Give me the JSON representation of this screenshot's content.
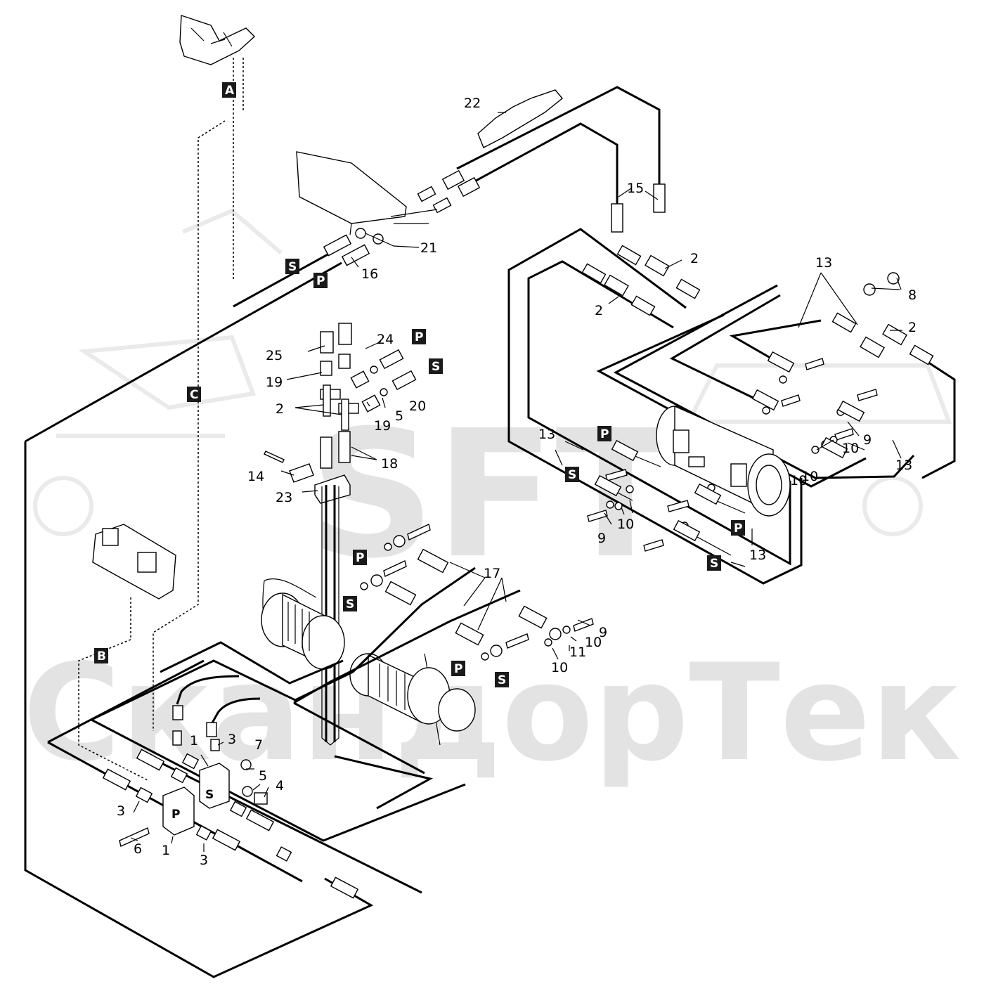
{
  "watermark": {
    "logo": "SFT",
    "brand": "СкандорТек"
  },
  "port_tags": [
    {
      "id": "A",
      "label": "A"
    },
    {
      "id": "B",
      "label": "B"
    },
    {
      "id": "C",
      "label": "C"
    },
    {
      "id": "S1",
      "label": "S"
    },
    {
      "id": "P1",
      "label": "P"
    },
    {
      "id": "P2",
      "label": "P"
    },
    {
      "id": "S2",
      "label": "S"
    },
    {
      "id": "P3",
      "label": "P"
    },
    {
      "id": "S3",
      "label": "S"
    },
    {
      "id": "P4",
      "label": "P"
    },
    {
      "id": "S4",
      "label": "S"
    },
    {
      "id": "P5",
      "label": "P"
    },
    {
      "id": "S5",
      "label": "S"
    },
    {
      "id": "P6",
      "label": "P"
    },
    {
      "id": "S6",
      "label": "S"
    }
  ],
  "block_labels": [
    {
      "id": "valve-p",
      "label": "P"
    },
    {
      "id": "valve-s",
      "label": "S"
    }
  ],
  "callouts": [
    {
      "id": "c22",
      "label": "22"
    },
    {
      "id": "c15",
      "label": "15"
    },
    {
      "id": "c21",
      "label": "21"
    },
    {
      "id": "c16",
      "label": "16"
    },
    {
      "id": "c2a",
      "label": "2"
    },
    {
      "id": "c2b",
      "label": "2"
    },
    {
      "id": "c13a",
      "label": "13"
    },
    {
      "id": "c8",
      "label": "8"
    },
    {
      "id": "c2c",
      "label": "2"
    },
    {
      "id": "c25",
      "label": "25"
    },
    {
      "id": "c24",
      "label": "24"
    },
    {
      "id": "c19a",
      "label": "19"
    },
    {
      "id": "c2d",
      "label": "2"
    },
    {
      "id": "c19b",
      "label": "19"
    },
    {
      "id": "c5a",
      "label": "5"
    },
    {
      "id": "c20",
      "label": "20"
    },
    {
      "id": "c18",
      "label": "18"
    },
    {
      "id": "c14",
      "label": "14"
    },
    {
      "id": "c23",
      "label": "23"
    },
    {
      "id": "c13b",
      "label": "13"
    },
    {
      "id": "c9a",
      "label": "9"
    },
    {
      "id": "c10a",
      "label": "10"
    },
    {
      "id": "c10b",
      "label": "10"
    },
    {
      "id": "c13c",
      "label": "13"
    },
    {
      "id": "c10c",
      "label": "10"
    },
    {
      "id": "c9b",
      "label": "9"
    },
    {
      "id": "c10d",
      "label": "10"
    },
    {
      "id": "c13d",
      "label": "13"
    },
    {
      "id": "c17",
      "label": "17"
    },
    {
      "id": "c9c",
      "label": "9"
    },
    {
      "id": "c10e",
      "label": "10"
    },
    {
      "id": "c11",
      "label": "11"
    },
    {
      "id": "c10f",
      "label": "10"
    },
    {
      "id": "c1a",
      "label": "1"
    },
    {
      "id": "c3a",
      "label": "3"
    },
    {
      "id": "c7",
      "label": "7"
    },
    {
      "id": "c5b",
      "label": "5"
    },
    {
      "id": "c4",
      "label": "4"
    },
    {
      "id": "c3b",
      "label": "3"
    },
    {
      "id": "c6",
      "label": "6"
    },
    {
      "id": "c1b",
      "label": "1"
    },
    {
      "id": "c3c",
      "label": "3"
    }
  ]
}
